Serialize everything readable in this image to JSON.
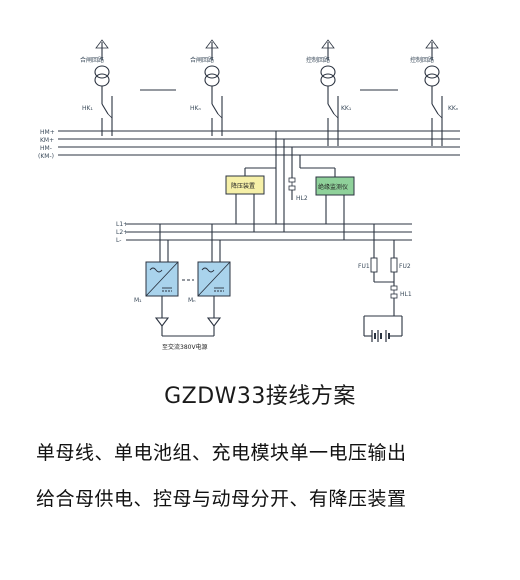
{
  "diagram": {
    "feeders": [
      {
        "name": "合闸回路",
        "switch": "HK₁"
      },
      {
        "name": "合闸回路",
        "switch": "HKₙ"
      },
      {
        "name": "控制回路",
        "switch": "KK₁"
      },
      {
        "name": "控制回路",
        "switch": "KKₙ"
      }
    ],
    "bus_labels": [
      "HM+",
      "KM+",
      "HM-",
      "(KM-)"
    ],
    "dc_bus_labels": [
      "L1+",
      "L2+",
      "L-"
    ],
    "step_down_device": "降压装置",
    "insulation_monitor": "绝缘监测仪",
    "indicator_hl2": "HL2",
    "fuse_labels": [
      "FU1",
      "FU2"
    ],
    "indicator_hl1": "HL1",
    "modules": [
      "M₁",
      "Mₙ"
    ],
    "ac_source": "至交流380V电源"
  },
  "title": "GZDW33接线方案",
  "description": [
    "单母线、单电池组、充电模块单一电压输出",
    "给合母供电、控母与动母分开、有降压装置"
  ],
  "colors": {
    "step_down_fill": "#f6f0a8",
    "monitor_fill": "#8fd19a",
    "module_fill": "#a9d3ec",
    "wire": "#2b3340"
  }
}
